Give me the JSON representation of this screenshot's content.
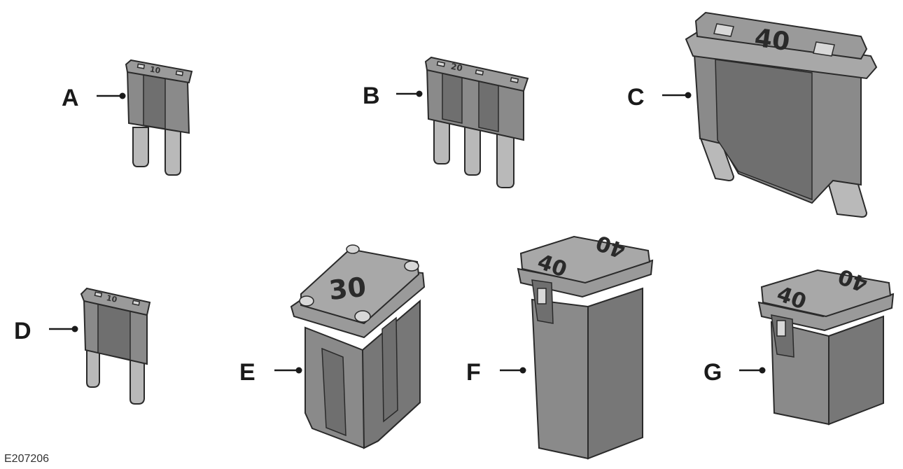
{
  "figure": {
    "reference_code": "E207206",
    "items": [
      {
        "label": "A",
        "rating": "10"
      },
      {
        "label": "B",
        "rating": "20"
      },
      {
        "label": "C",
        "rating": "40"
      },
      {
        "label": "D",
        "rating": "10"
      },
      {
        "label": "E",
        "rating": "30"
      },
      {
        "label": "F",
        "rating_left": "40",
        "rating_right": "40"
      },
      {
        "label": "G",
        "rating_left": "40",
        "rating_right": "40"
      }
    ]
  }
}
